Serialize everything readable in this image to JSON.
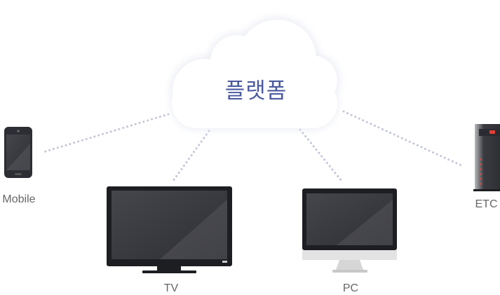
{
  "cloud": {
    "label": "플랫폼"
  },
  "devices": {
    "mobile": {
      "label": "Mobile",
      "icon": "smartphone-icon"
    },
    "tv": {
      "label": "TV",
      "icon": "tv-icon"
    },
    "pc": {
      "label": "PC",
      "icon": "desktop-monitor-icon"
    },
    "etc": {
      "label": "ETC",
      "icon": "kiosk-icon"
    }
  },
  "colors": {
    "cloud_text": "#4c5aa0",
    "connector": "#c3c6d8",
    "label": "#666666",
    "screen": "#3a3b40",
    "accent": "#e0403a"
  }
}
